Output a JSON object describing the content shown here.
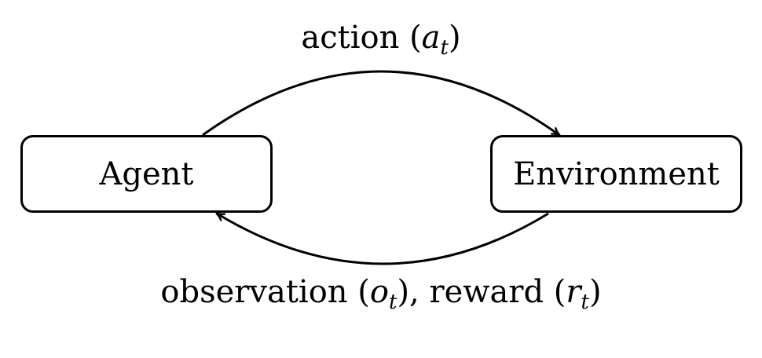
{
  "nodes": {
    "agent": "Agent",
    "environment": "Environment"
  },
  "edges": {
    "action": {
      "text": "action (",
      "var": "a",
      "sub": "t",
      "close": ")"
    },
    "feedback": {
      "text1": "observation (",
      "var1": "o",
      "sub1": "t",
      "mid": "), reward (",
      "var2": "r",
      "sub2": "t",
      "close": ")"
    }
  },
  "colors": {
    "stroke": "#000000",
    "background": "#ffffff"
  }
}
